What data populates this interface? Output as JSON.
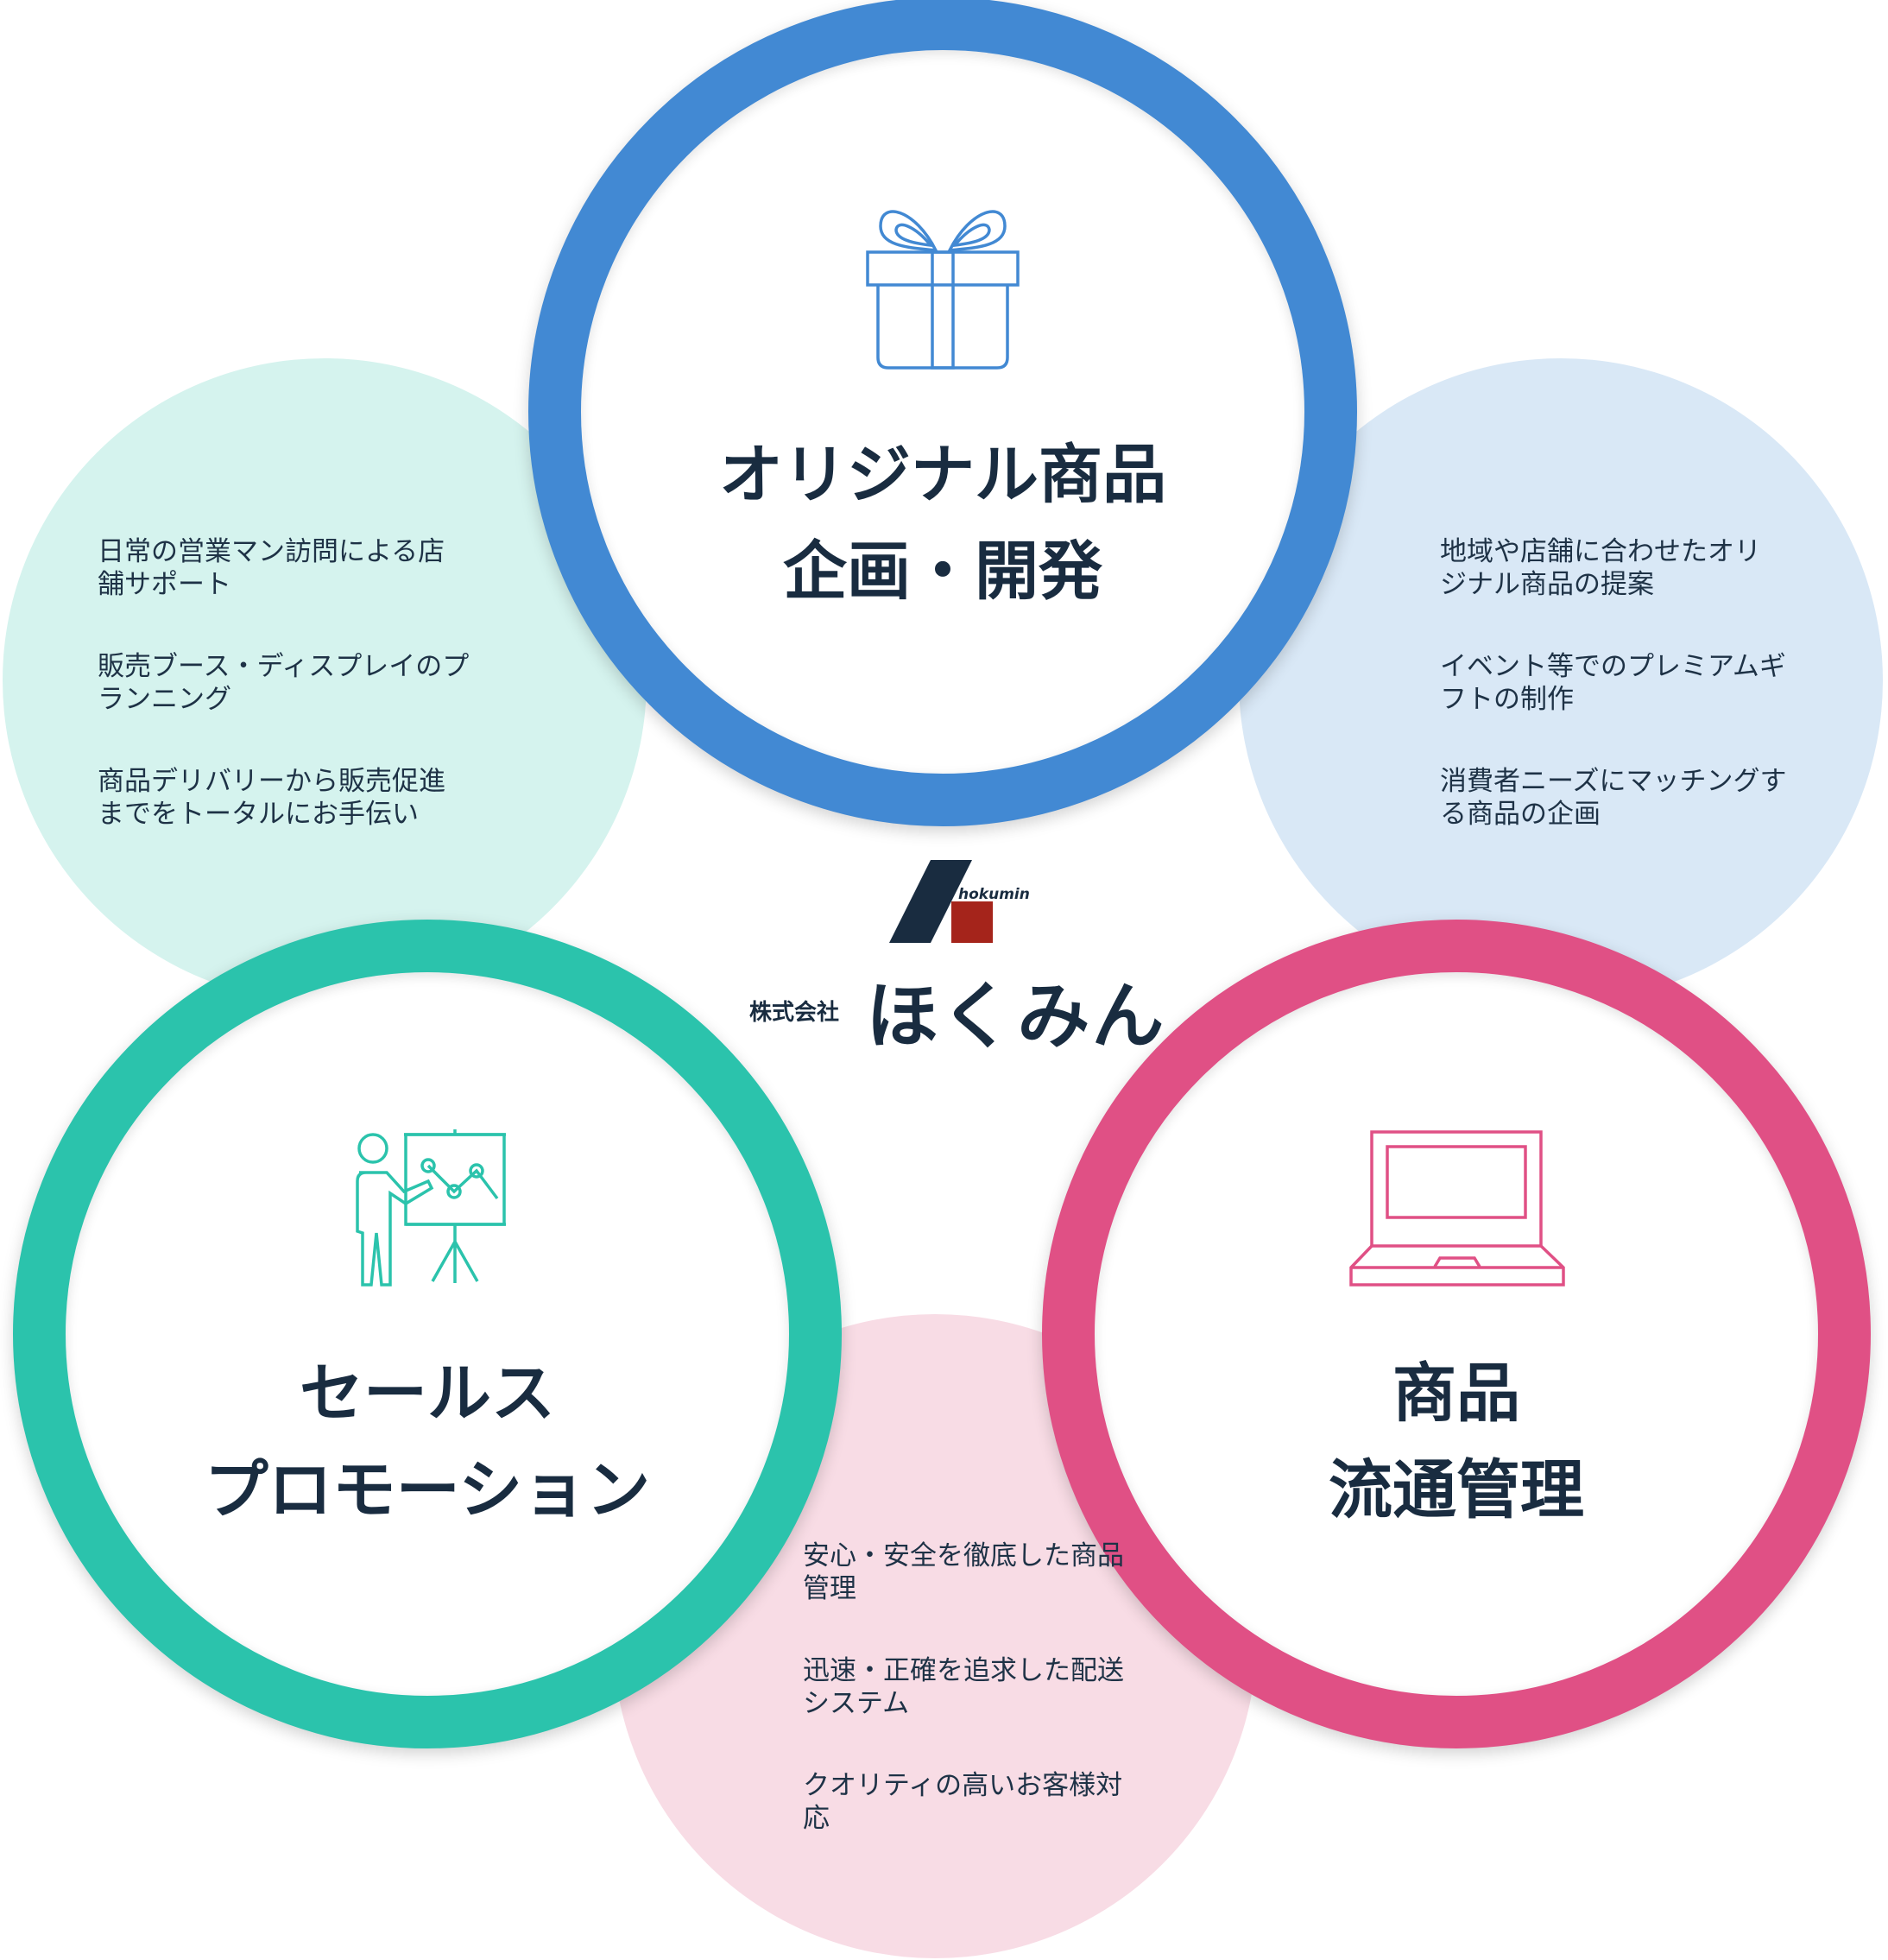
{
  "center": {
    "company_prefix": "株式会社",
    "company_name": "ほくみん",
    "logo_text": "hokumin"
  },
  "pillars": [
    {
      "id": "product",
      "title_lines": [
        "オリジナル商品",
        "企画・開発"
      ],
      "icon": "gift-icon",
      "color": "#4289d3"
    },
    {
      "id": "sales",
      "title_lines": [
        "セールス",
        "プロモーション"
      ],
      "icon": "presentation-icon",
      "color": "#2bc3ac"
    },
    {
      "id": "distribution",
      "title_lines": [
        "商品",
        "流通管理"
      ],
      "icon": "laptop-icon",
      "color": "#e05085"
    }
  ],
  "bubbles": {
    "left": {
      "color": "#d5f3ee",
      "items": [
        [
          "日常の営業マン訪問による店",
          "舗サポート"
        ],
        [
          "販売ブース・ディスプレイのプ",
          "ランニング"
        ],
        [
          "商品デリバリーから販売促進",
          "までをトータルにお手伝い"
        ]
      ]
    },
    "right": {
      "color": "#d9e8f6",
      "items": [
        [
          "地域や店舗に合わせたオリ",
          "ジナル商品の提案"
        ],
        [
          "イベント等でのプレミアムギ",
          "フトの制作"
        ],
        [
          "消費者ニーズにマッチングす",
          "る商品の企画"
        ]
      ]
    },
    "bottom": {
      "color": "#f8dce5",
      "items": [
        [
          "安心・安全を徹底した商品",
          "管理"
        ],
        [
          "迅速・正確を追求した配送",
          "システム"
        ],
        [
          "クオリティの高いお客様対",
          "応"
        ]
      ]
    }
  }
}
